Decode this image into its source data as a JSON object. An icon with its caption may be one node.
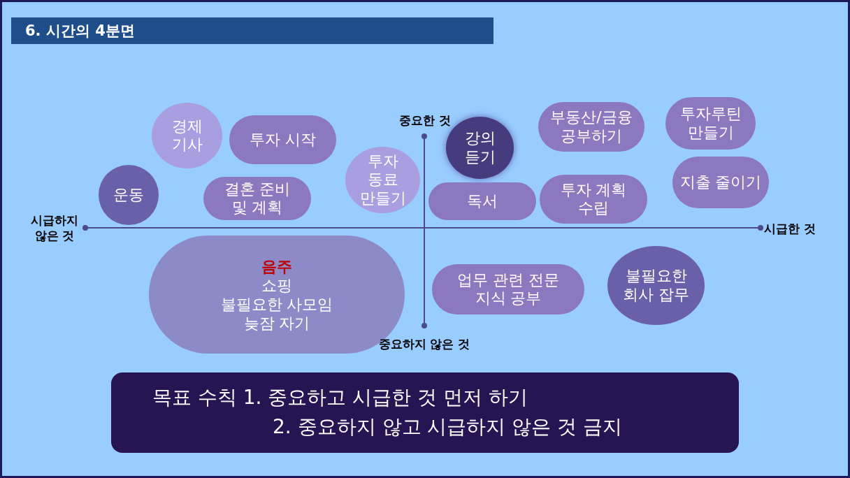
{
  "diagram": {
    "title": "6. 시간의 4분면",
    "nodes": [
      {
        "text": [
          "경제 기사"
        ]
      },
      {
        "text": [
          "투자 시작"
        ]
      },
      {
        "text": [
          "강의 듣기"
        ]
      },
      {
        "text": [
          "부동산/금융 공부하기"
        ]
      },
      {
        "text": [
          "투자루틴 만들기"
        ]
      },
      {
        "text": [
          "운동"
        ]
      },
      {
        "text": [
          "결혼 준비 및 계획"
        ]
      },
      {
        "text": [
          "투자 동료 만들기"
        ]
      },
      {
        "text": [
          "독서"
        ]
      },
      {
        "text": [
          "투자 계획 수립"
        ]
      },
      {
        "text": [
          "지출 줄이기"
        ]
      },
      {
        "text": [
          "음주",
          "쇼핑",
          "불필요한 사모임",
          "늦잠 자기"
        ]
      },
      {
        "text": [
          "업무 관련 전문 지식 공부"
        ]
      },
      {
        "text": [
          "불필요한 회사 잡무"
        ]
      },
      {
        "text": [
          "목표 수칙 1. 중요하고 시급한 것 먼저 하기",
          "2. 중요하지 않고 시급하지 않은 것 금지"
        ]
      }
    ],
    "labels": [
      "중요한 것",
      "시급하지 않은 것",
      "시급한 것",
      "중요하지 않은 것"
    ]
  }
}
